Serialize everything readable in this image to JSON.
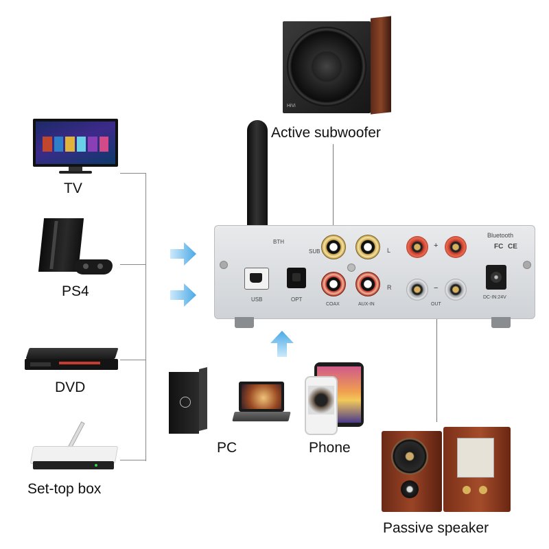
{
  "devices": {
    "tv": {
      "label": "TV"
    },
    "ps4": {
      "label": "PS4"
    },
    "dvd": {
      "label": "DVD"
    },
    "settop": {
      "label": "Set-top box"
    },
    "pc": {
      "label": "PC"
    },
    "phone": {
      "label": "Phone"
    },
    "subwoofer": {
      "label": "Active subwoofer",
      "badge": "HiVi"
    },
    "passive": {
      "label": "Passive speaker"
    }
  },
  "amplifier": {
    "bth": "BTH",
    "sub": "SUB",
    "usb": "USB",
    "opt": "OPT",
    "coax": "COAX",
    "aux": "AUX-IN",
    "l": "L",
    "r": "R",
    "plus": "+",
    "minus": "−",
    "out": "OUT",
    "bluetooth": "Bluetooth",
    "fc": "FC",
    "ce": "CE",
    "dcin": "DC-IN:24V"
  },
  "colors": {
    "arrow": "#5ab4ea",
    "line": "#888888",
    "chassis": "#d9dcdf",
    "wood": "#8a3a22"
  }
}
